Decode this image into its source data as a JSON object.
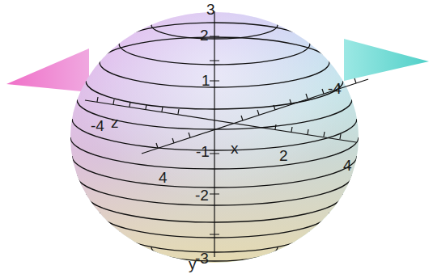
{
  "diagram": {
    "labels": [
      "3",
      "2",
      "1",
      "-4",
      "z",
      "-4",
      "-1",
      "x",
      "2",
      "4",
      "4",
      "-2",
      "-3",
      "y"
    ]
  }
}
